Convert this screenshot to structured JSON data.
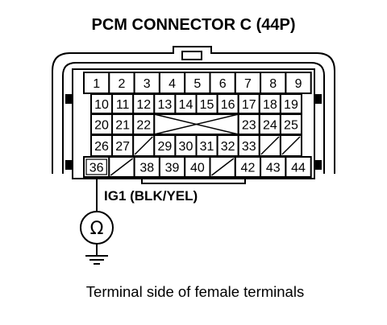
{
  "title": "PCM CONNECTOR C (44P)",
  "wire_label": "IG1 (BLK/YEL)",
  "caption": "Terminal side of female terminals",
  "meter_symbol": "Ω",
  "probe_terminal": "36",
  "rows": [
    [
      {
        "t": "1"
      },
      {
        "t": "2"
      },
      {
        "t": "3"
      },
      {
        "t": "4"
      },
      {
        "t": "5"
      },
      {
        "t": "6"
      },
      {
        "t": "7"
      },
      {
        "t": "8"
      },
      {
        "t": "9"
      }
    ],
    [
      {
        "t": "10"
      },
      {
        "t": "11"
      },
      {
        "t": "12"
      },
      {
        "t": "13"
      },
      {
        "t": "14"
      },
      {
        "t": "15"
      },
      {
        "t": "16"
      },
      {
        "t": "17"
      },
      {
        "t": "18"
      },
      {
        "t": "19"
      }
    ],
    [
      {
        "t": "20"
      },
      {
        "t": "21"
      },
      {
        "t": "22"
      },
      {
        "blank": "x",
        "span": 4
      },
      {
        "t": "23"
      },
      {
        "t": "24"
      },
      {
        "t": "25"
      }
    ],
    [
      {
        "t": "26"
      },
      {
        "t": "27"
      },
      {
        "blank": "/"
      },
      {
        "t": "29"
      },
      {
        "t": "30"
      },
      {
        "t": "31"
      },
      {
        "t": "32"
      },
      {
        "t": "33"
      },
      {
        "blank": "/"
      },
      {
        "blank": "/"
      }
    ],
    [
      {
        "t": "36"
      },
      {
        "blank": "/"
      },
      {
        "t": "38"
      },
      {
        "t": "39"
      },
      {
        "t": "40"
      },
      {
        "blank": "/"
      },
      {
        "t": "42"
      },
      {
        "t": "43"
      },
      {
        "t": "44"
      }
    ]
  ]
}
